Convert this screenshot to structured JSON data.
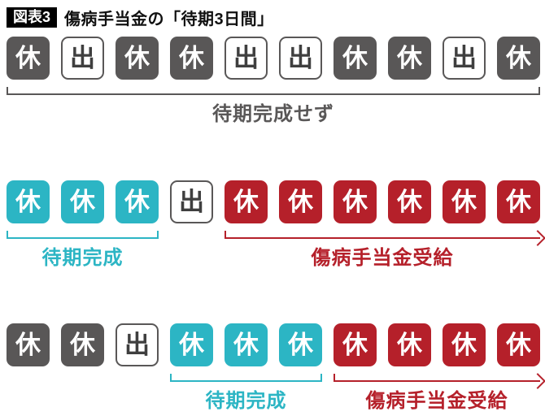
{
  "title": {
    "badge": "図表3",
    "text": "傷病手当金の「待期3日間」"
  },
  "colors": {
    "dark": "#595757",
    "teal": "#2cb5c4",
    "red": "#b5202a",
    "white_box_bg": "#ffffff",
    "box_glyph_on_color": "#ffffff",
    "white_box_glyph": "#3f3f3f",
    "background": "#ffffff"
  },
  "legend": {
    "rest_label": "休",
    "work_label": "出"
  },
  "rows": [
    {
      "name": "waiting-period-not-completed",
      "boxes": [
        {
          "label": "休",
          "type": "dark"
        },
        {
          "label": "出",
          "type": "white"
        },
        {
          "label": "休",
          "type": "dark"
        },
        {
          "label": "休",
          "type": "dark"
        },
        {
          "label": "出",
          "type": "white"
        },
        {
          "label": "出",
          "type": "white"
        },
        {
          "label": "休",
          "type": "dark"
        },
        {
          "label": "休",
          "type": "dark"
        },
        {
          "label": "出",
          "type": "white"
        },
        {
          "label": "休",
          "type": "dark"
        }
      ],
      "annotations": [
        {
          "shape": "bracket",
          "color": "dark",
          "label": "待期完成せず",
          "from_box": 1,
          "to_box": 10
        }
      ]
    },
    {
      "name": "waiting-period-completed-then-benefit",
      "boxes": [
        {
          "label": "休",
          "type": "teal"
        },
        {
          "label": "休",
          "type": "teal"
        },
        {
          "label": "休",
          "type": "teal"
        },
        {
          "label": "出",
          "type": "white"
        },
        {
          "label": "休",
          "type": "red"
        },
        {
          "label": "休",
          "type": "red"
        },
        {
          "label": "休",
          "type": "red"
        },
        {
          "label": "休",
          "type": "red"
        },
        {
          "label": "休",
          "type": "red"
        },
        {
          "label": "休",
          "type": "red"
        }
      ],
      "annotations": [
        {
          "shape": "bracket",
          "color": "teal",
          "label": "待期完成",
          "from_box": 1,
          "to_box": 3
        },
        {
          "shape": "arrow",
          "color": "red",
          "label": "傷病手当金受給",
          "from_box": 5,
          "to_box": 10
        }
      ]
    },
    {
      "name": "waiting-period-restarted-then-benefit",
      "boxes": [
        {
          "label": "休",
          "type": "dark"
        },
        {
          "label": "休",
          "type": "dark"
        },
        {
          "label": "出",
          "type": "white"
        },
        {
          "label": "休",
          "type": "teal"
        },
        {
          "label": "休",
          "type": "teal"
        },
        {
          "label": "休",
          "type": "teal"
        },
        {
          "label": "休",
          "type": "red"
        },
        {
          "label": "休",
          "type": "red"
        },
        {
          "label": "休",
          "type": "red"
        },
        {
          "label": "休",
          "type": "red"
        }
      ],
      "annotations": [
        {
          "shape": "bracket",
          "color": "teal",
          "label": "待期完成",
          "from_box": 4,
          "to_box": 6
        },
        {
          "shape": "arrow",
          "color": "red",
          "label": "傷病手当金受給",
          "from_box": 7,
          "to_box": 10
        }
      ]
    }
  ]
}
